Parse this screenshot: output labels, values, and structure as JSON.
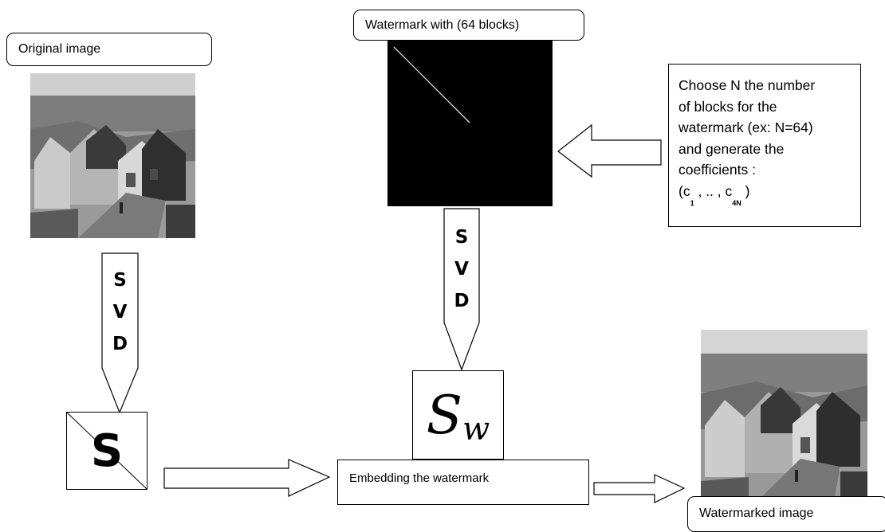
{
  "nodes": {
    "original_label": "Original image",
    "watermark_label": "Watermark with (64 blocks)",
    "watermarked_label": "Watermarked image",
    "embed_label": "Embedding the watermark",
    "svd_left": [
      "S",
      "V",
      "D"
    ],
    "svd_middle": [
      "S",
      "V",
      "D"
    ],
    "s_matrix": "S",
    "sw_main": "S",
    "sw_sub": "w"
  },
  "note": {
    "lines": [
      "Choose N the number",
      "of blocks for the",
      "watermark (ex: N=64)",
      "and generate the",
      "coefficients :"
    ],
    "coef_open": "(c",
    "coef_mid": ", .. , c",
    "coef_close": ")",
    "coef_sub_first": "1",
    "coef_sub_last": "4N"
  }
}
